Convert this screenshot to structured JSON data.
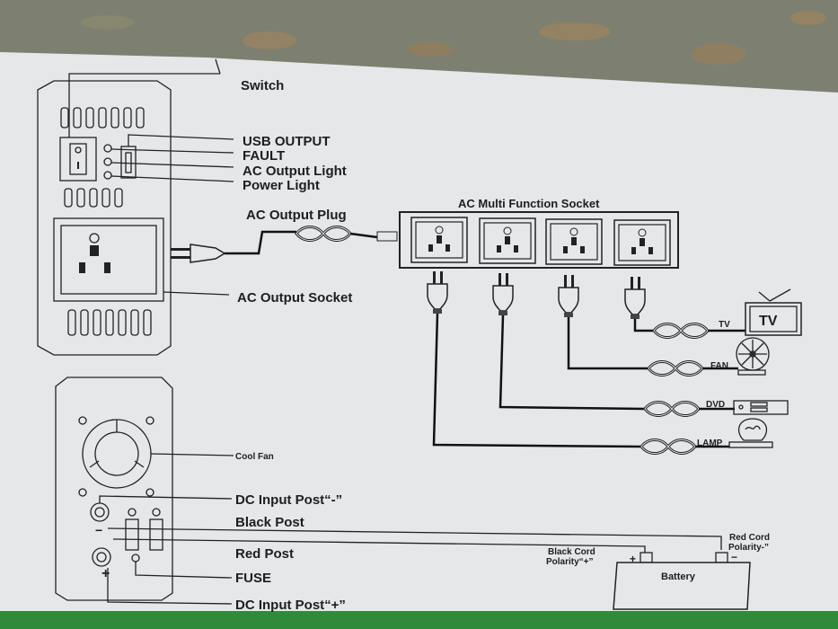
{
  "labels": {
    "switch": "Switch",
    "usb_output": "USB OUTPUT",
    "fault": "FAULT",
    "ac_output_light": "AC Output Light",
    "power_light": "Power Light",
    "ac_output_plug": "AC Output Plug",
    "ac_output_socket": "AC Output Socket",
    "ac_multi_function_socket": "AC Multi Function Socket",
    "cool_fan": "Cool Fan",
    "dc_input_post_neg": "DC Input Post“-”",
    "black_post": "Black Post",
    "red_post": "Red Post",
    "fuse": "FUSE",
    "dc_input_post_pos": "DC Input Post“+”",
    "black_cord": "Black Cord",
    "black_cord_polarity": "Polarity“+”",
    "red_cord": "Red Cord",
    "red_cord_polarity": "Polarity-”",
    "battery": "Battery",
    "plus": "+",
    "minus": "−"
  },
  "devices": {
    "tv_label": "TV",
    "tv_screen": "TV",
    "fan": "FAN",
    "dvd": "DVD",
    "lamp": "LAMP"
  },
  "colors": {
    "paper": "#e6e7e9",
    "cardboard": "#7d8070",
    "green_strip": "#2f8a3a"
  }
}
